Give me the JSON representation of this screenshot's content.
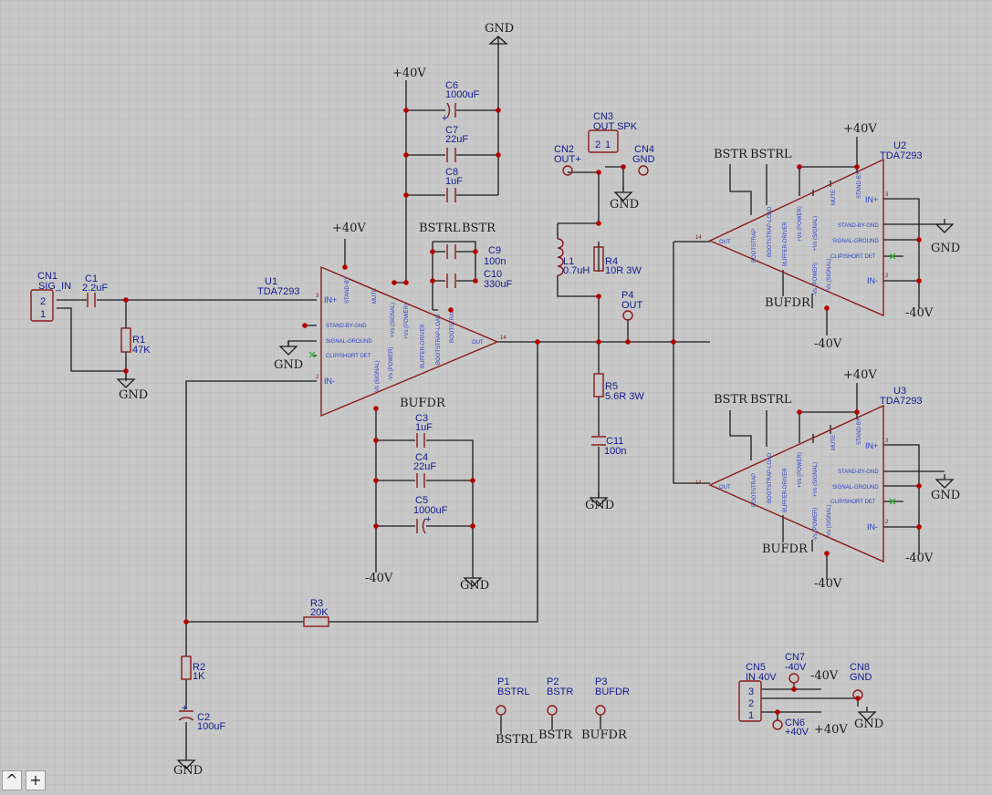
{
  "nets": {
    "gnd": "GND",
    "pos": "+40V",
    "neg": "-40V",
    "bstr": "BSTR",
    "bstrl": "BSTRL",
    "bufdr": "BUFDR"
  },
  "pins": {
    "inp": "IN+",
    "inm": "IN-",
    "stb": "STAND-BY-GND",
    "sg": "SIGNAL-GROUND",
    "csd": "CLIP/SHORT DET",
    "out": "OUT",
    "sb": "STAND-BY",
    "mute": "MUTE",
    "vss": "+Vs (SIGNAL)",
    "vsp": "+Vs (POWER)",
    "nvss": "-Vs (SIGNAL)",
    "nvsp": "-Vs (POWER)",
    "bd": "BUFFER-DRIVER",
    "bl": "BOOTSTRAP-LOAD",
    "bs": "BOOTSTRAP"
  },
  "parts": {
    "u1": {
      "ref": "U1",
      "val": "TDA7293"
    },
    "u2": {
      "ref": "U2",
      "val": "TDA7293"
    },
    "u3": {
      "ref": "U3",
      "val": "TDA7293"
    },
    "cn1": {
      "ref": "CN1",
      "val": "SIG_IN"
    },
    "cn2": {
      "ref": "CN2",
      "val": "OUT+"
    },
    "cn3": {
      "ref": "CN3",
      "val": "OUT SPK"
    },
    "cn4": {
      "ref": "CN4",
      "val": "GND"
    },
    "cn5": {
      "ref": "CN5",
      "val": "IN 40V"
    },
    "cn6": {
      "ref": "CN6",
      "val": "+40V"
    },
    "cn7": {
      "ref": "CN7",
      "val": "-40V"
    },
    "cn8": {
      "ref": "CN8",
      "val": "GND"
    },
    "c1": {
      "ref": "C1",
      "val": "2.2uF"
    },
    "c2": {
      "ref": "C2",
      "val": "100uF"
    },
    "c3": {
      "ref": "C3",
      "val": "1uF"
    },
    "c4": {
      "ref": "C4",
      "val": "22uF"
    },
    "c5": {
      "ref": "C5",
      "val": "1000uF"
    },
    "c6": {
      "ref": "C6",
      "val": "1000uF"
    },
    "c7": {
      "ref": "C7",
      "val": "22uF"
    },
    "c8": {
      "ref": "C8",
      "val": "1uF"
    },
    "c9": {
      "ref": "C9",
      "val": "100n"
    },
    "c10": {
      "ref": "C10",
      "val": "330uF"
    },
    "c11": {
      "ref": "C11",
      "val": "100n"
    },
    "r1": {
      "ref": "R1",
      "val": "47K"
    },
    "r2": {
      "ref": "R2",
      "val": "1K"
    },
    "r3": {
      "ref": "R3",
      "val": "20K"
    },
    "r4": {
      "ref": "R4",
      "val": "10R 3W"
    },
    "r5": {
      "ref": "R5",
      "val": "5.6R 3W"
    },
    "l1": {
      "ref": "L1",
      "val": "0.7uH"
    },
    "p1": {
      "ref": "P1",
      "val": "BSTRL"
    },
    "p2": {
      "ref": "P2",
      "val": "BSTR"
    },
    "p3": {
      "ref": "P3",
      "val": "BUFDR"
    },
    "p4": {
      "ref": "P4",
      "val": "OUT"
    }
  },
  "zoom": {
    "up": "^",
    "plus": "+"
  }
}
